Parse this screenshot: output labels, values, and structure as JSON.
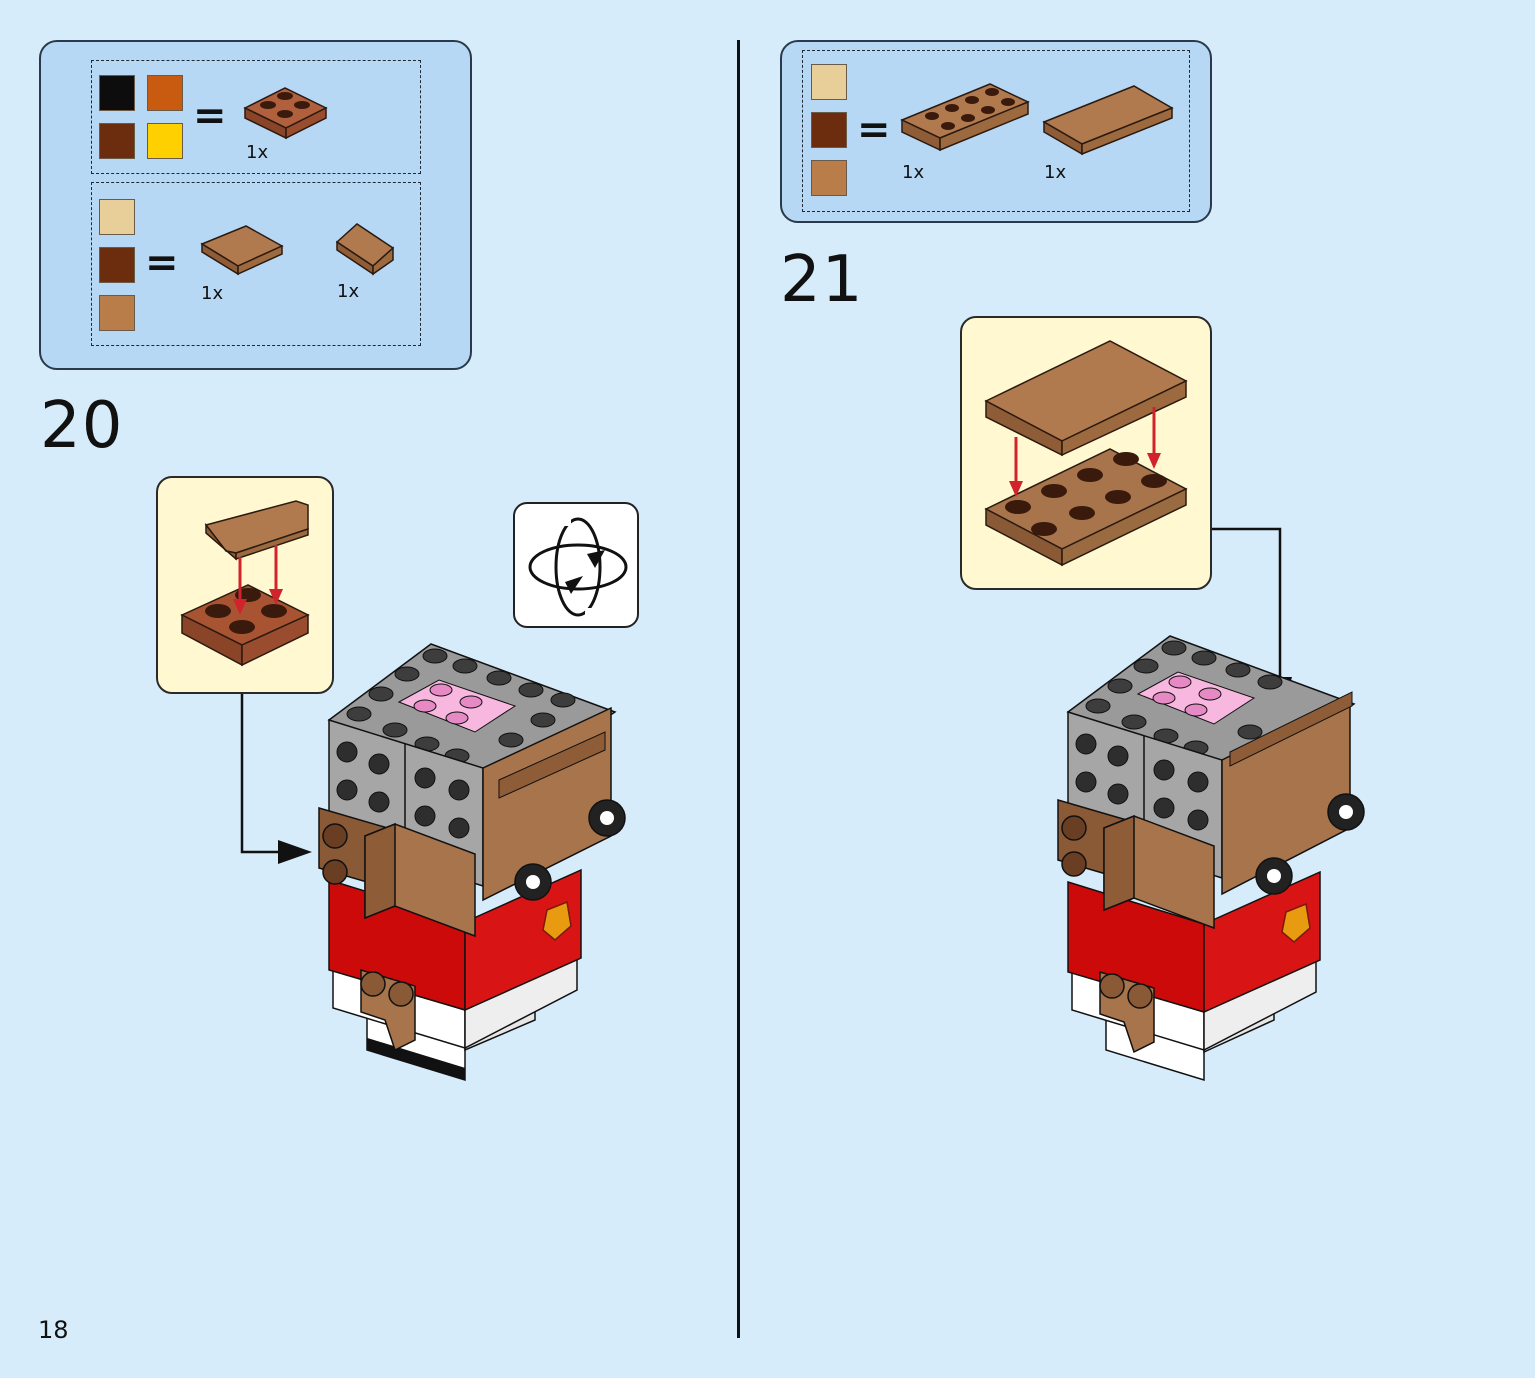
{
  "page": {
    "number": "18"
  },
  "colors": {
    "background": "#d6ecfa",
    "parts_box": "#b6d8f4",
    "callout": "#fff8d0",
    "brown_medium": "#a7744b",
    "brown_dark": "#6b2d0e",
    "brown_reddish": "#9a4a2a",
    "tan": "#e8cf9a",
    "orange": "#c85b10",
    "yellow": "#ffd000",
    "black": "#0d0d0d",
    "gray": "#9a9a9a",
    "pink": "#f7b7df",
    "red": "#cc0a0a",
    "arrow_red": "#d0232b"
  },
  "steps": [
    {
      "number": "20",
      "parts": {
        "groups": [
          {
            "equals": "=",
            "swatches": [
              "black",
              "orange",
              "brown_dark",
              "yellow"
            ],
            "pieces": [
              {
                "name": "plate-2x2-reddish-brown",
                "qty": "1x"
              }
            ]
          },
          {
            "equals": "=",
            "swatches": [
              "tan",
              "brown_dark",
              "brown_medium"
            ],
            "pieces": [
              {
                "name": "tile-1x2-medium-brown",
                "qty": "1x"
              },
              {
                "name": "slope-1x2-medium-brown",
                "qty": "1x"
              }
            ]
          }
        ]
      },
      "callout": "add-slope-onto-2x2-plate",
      "rotate_icon": "rotate-model-icon"
    },
    {
      "number": "21",
      "parts": {
        "groups": [
          {
            "equals": "=",
            "swatches": [
              "tan",
              "brown_dark",
              "brown_medium"
            ],
            "pieces": [
              {
                "name": "plate-2x4-medium-brown",
                "qty": "1x"
              },
              {
                "name": "tile-2x4-medium-brown",
                "qty": "1x"
              }
            ]
          }
        ]
      },
      "callout": "add-tile-onto-2x4-plate"
    }
  ]
}
